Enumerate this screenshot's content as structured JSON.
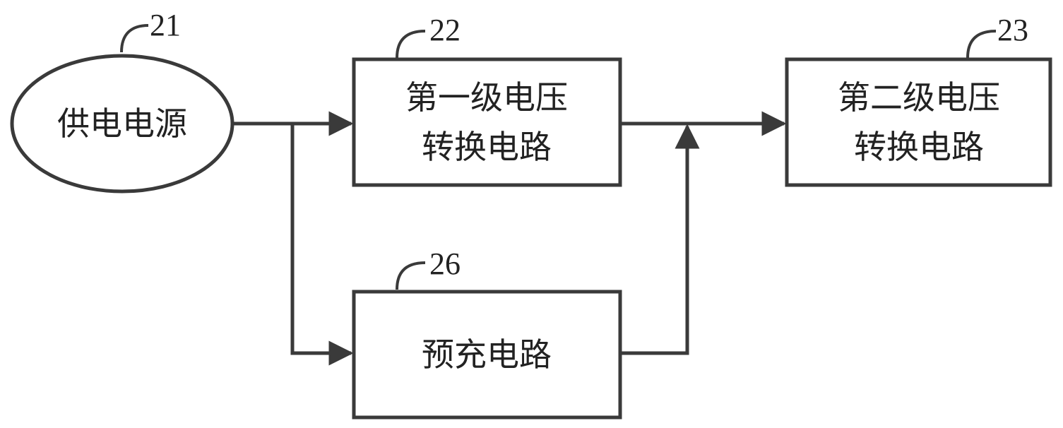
{
  "diagram": {
    "nodes": {
      "power_supply": {
        "label": "供电电源",
        "ref": "21"
      },
      "first_stage": {
        "label_line1": "第一级电压",
        "label_line2": "转换电路",
        "ref": "22"
      },
      "second_stage": {
        "label_line1": "第二级电压",
        "label_line2": "转换电路",
        "ref": "23"
      },
      "precharge": {
        "label": "预充电路",
        "ref": "26"
      }
    },
    "edges": [
      {
        "from": "power_supply",
        "to": "first_stage"
      },
      {
        "from": "power_supply",
        "to": "precharge"
      },
      {
        "from": "first_stage",
        "to": "second_stage"
      },
      {
        "from": "precharge",
        "to": "second_stage"
      }
    ]
  },
  "style": {
    "line_color": "#3a3a3a",
    "text_color": "#222222",
    "background": "#ffffff"
  }
}
